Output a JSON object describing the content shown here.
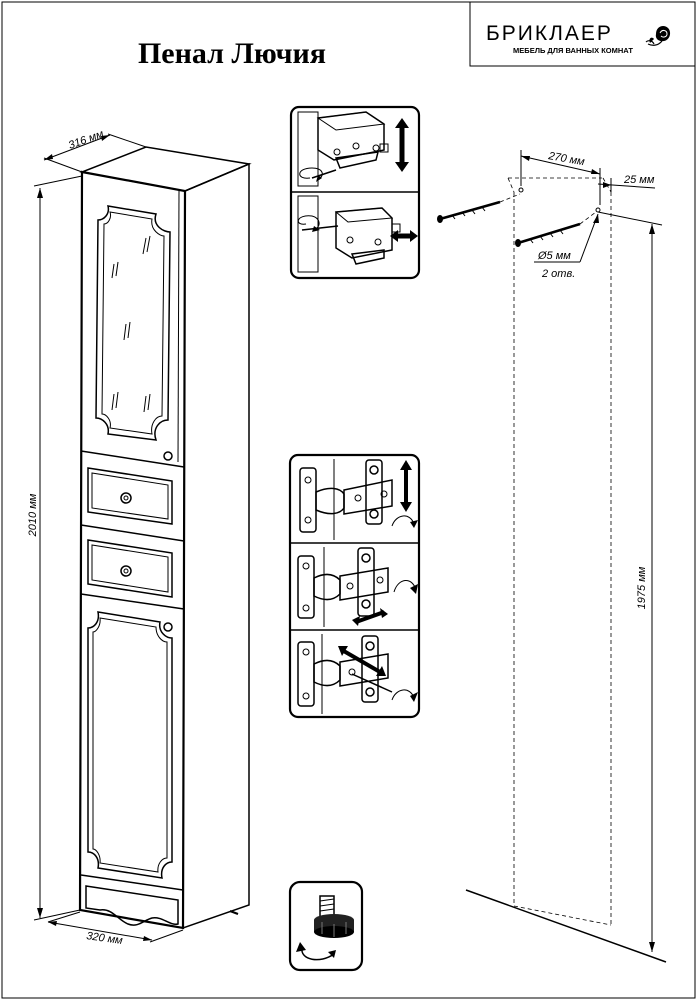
{
  "title": "Пенал Лючия",
  "brand": {
    "name": "БРИКЛАЕР",
    "tagline": "МЕБЕЛЬ ДЛЯ ВАННЫХ КОМНАТ",
    "icon": "rose-icon"
  },
  "dimensions": {
    "depth_top": "316 мм",
    "height": "2010 мм",
    "width_bottom": "320 мм",
    "spacing": "270 мм",
    "edge_offset": "25 мм",
    "hole_diameter": "Ø5 мм",
    "hole_count": "2 отв.",
    "mount_height": "1975 мм"
  },
  "icons": {
    "latch_steps": [
      "screw-adjust-icon",
      "screw-adjust-icon"
    ],
    "hinge_steps": [
      "hinge-vertical-adjust-icon",
      "hinge-depth-adjust-icon",
      "hinge-side-adjust-icon"
    ],
    "leveler": "leveling-foot-icon"
  },
  "colors": {
    "line": "#000000",
    "background": "#ffffff",
    "panel_fill": "#eeeeee"
  }
}
